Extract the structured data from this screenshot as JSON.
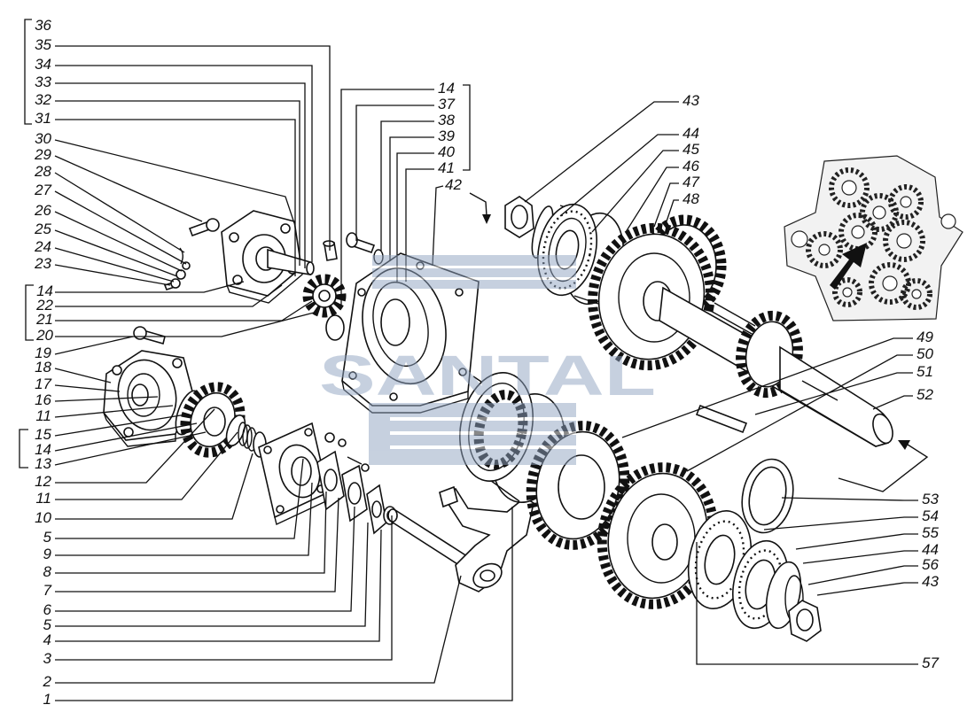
{
  "callouts": {
    "left": [
      "36",
      "35",
      "34",
      "33",
      "32",
      "31",
      "30",
      "29",
      "28",
      "27",
      "26",
      "25",
      "24",
      "23",
      "14",
      "22",
      "21",
      "20",
      "19",
      "18",
      "17",
      "16",
      "11",
      "15",
      "14",
      "13",
      "12",
      "11",
      "10",
      "5",
      "9",
      "8",
      "7",
      "6",
      "5",
      "4",
      "3",
      "2",
      "1"
    ],
    "middle": [
      "14",
      "37",
      "38",
      "39",
      "40",
      "41",
      "42"
    ],
    "right": [
      "43",
      "44",
      "45",
      "46",
      "47",
      "48",
      "49",
      "50",
      "51",
      "52",
      "53",
      "54",
      "55",
      "44",
      "56",
      "43",
      "57"
    ]
  },
  "watermark": {
    "text": "SANTAL"
  },
  "colors": {
    "ink": "#111111",
    "watermark": "#8fa3c0",
    "paper": "#ffffff"
  }
}
